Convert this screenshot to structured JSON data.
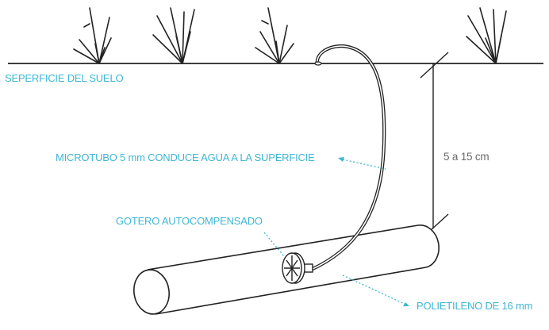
{
  "labels": {
    "soil_surface": "SEPERFICIE DEL SUELO",
    "microtube": "MICROTUBO 5 mm CONDUCE AGUA A LA SUPERFICIE",
    "dripper": "GOTERO AUTOCOMPENSADO",
    "pipe": "POLIETILENO DE 16 mm",
    "depth": "5 a 15 cm"
  },
  "colors": {
    "label_blue": "#3fb6d3",
    "line": "#222222",
    "dimension_text": "#6a6a6a"
  }
}
